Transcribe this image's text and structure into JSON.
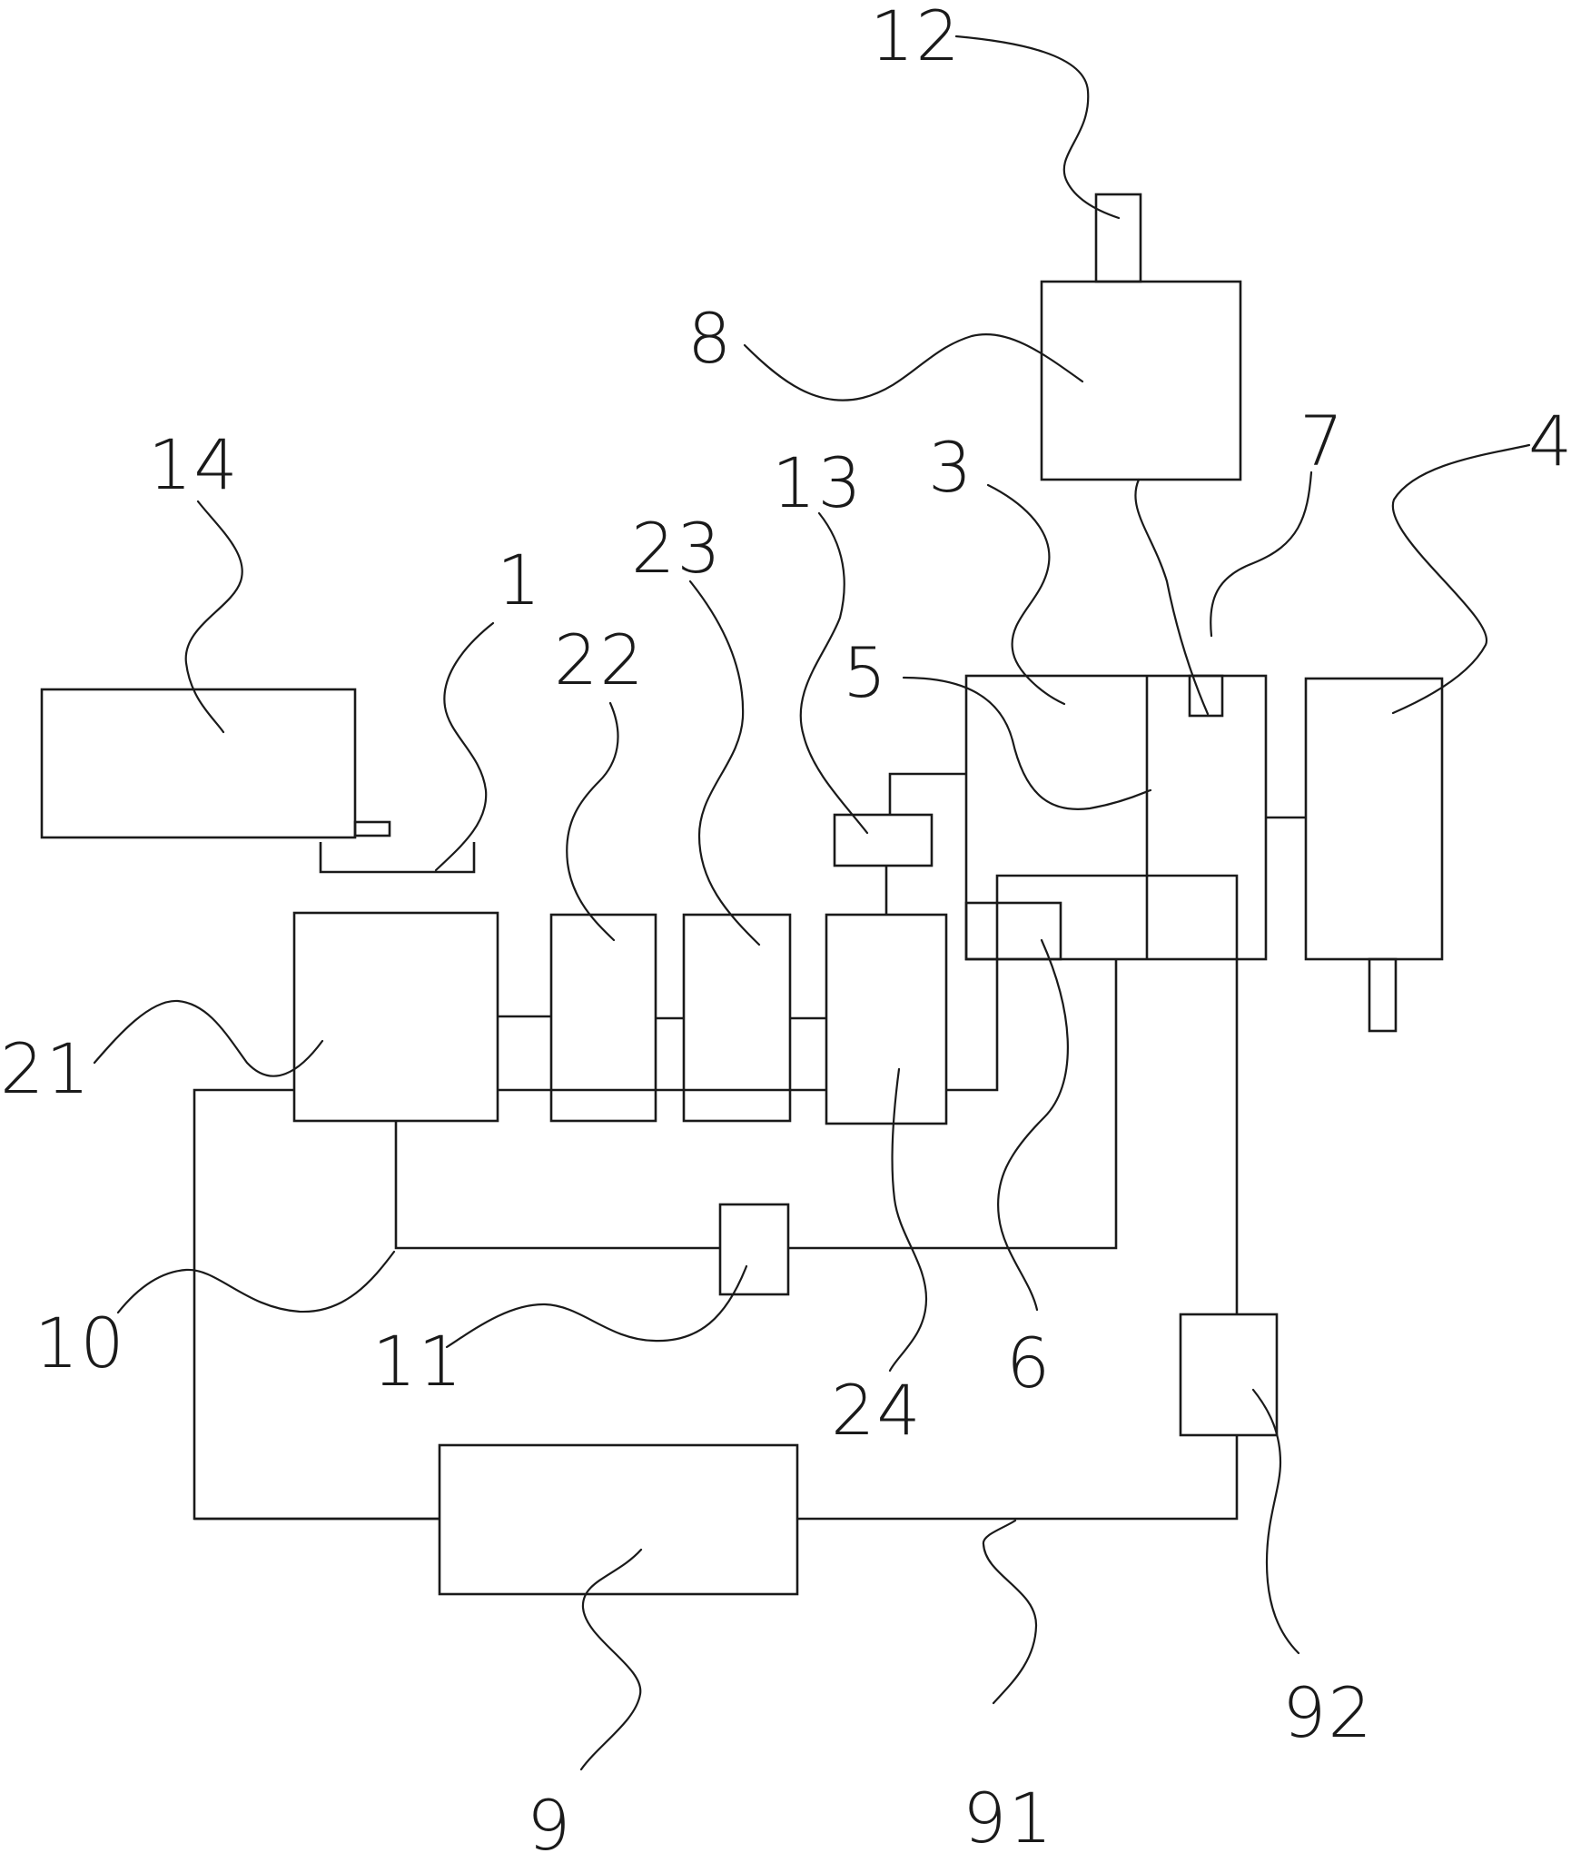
{
  "figure": {
    "labels": {
      "l1": "1",
      "l3": "3",
      "l4": "4",
      "l5": "5",
      "l6": "6",
      "l7": "7",
      "l8": "8",
      "l9": "9",
      "l10": "10",
      "l11": "11",
      "l12": "12",
      "l13": "13",
      "l14": "14",
      "l21": "21",
      "l22": "22",
      "l23": "23",
      "l24": "24",
      "l91": "91",
      "l92": "92"
    }
  }
}
